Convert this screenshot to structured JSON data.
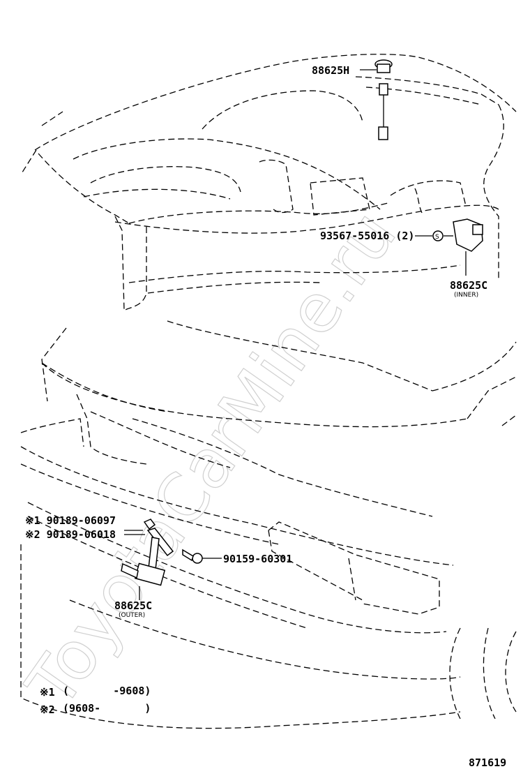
{
  "diagram_id": "871619",
  "watermark": "ToyotaCarMine.ru",
  "labels": {
    "h_part": "88625H",
    "bolt_inner": "93567-55016 (2)",
    "bolt_marker": "S",
    "sensor_inner": "88625C",
    "sensor_inner_note": "(INNER)",
    "clip_1": "※1 90189-06097",
    "clip_2": "※2 90189-06018",
    "screw": "90159-60301",
    "sensor_outer": "88625C",
    "sensor_outer_note": "(OUTER)"
  },
  "legend": [
    {
      "mark": "※1",
      "range": "(       -9608)"
    },
    {
      "mark": "※2",
      "range": "(9608-       )"
    }
  ]
}
